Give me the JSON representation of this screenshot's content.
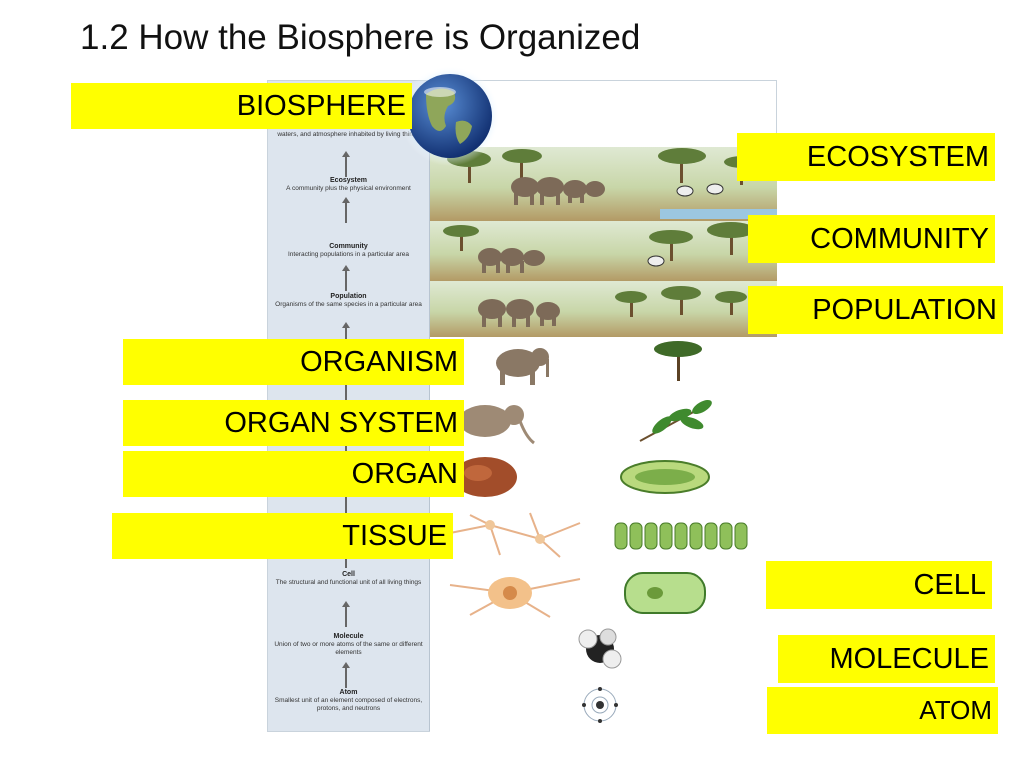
{
  "title": "1.2 How the Biosphere is Organized",
  "labels": {
    "biosphere": "BIOSPHERE",
    "ecosystem": "ECOSYSTEM",
    "community": "COMMUNITY",
    "population": "POPULATION",
    "organism": "ORGANISM",
    "organ_system": "ORGAN SYSTEM",
    "organ": "ORGAN",
    "tissue": "TISSUE",
    "cell": "CELL",
    "molecule": "MOLECULE",
    "atom": "ATOM"
  },
  "figure": {
    "biosphere_desc": "waters, and atmosphere inhabited by living things",
    "ecosystem": {
      "name": "Ecosystem",
      "desc": "A community plus the physical environment"
    },
    "community": {
      "name": "Community",
      "desc": "Interacting populations in a particular area"
    },
    "population": {
      "name": "Population",
      "desc": "Organisms of the same species in a particular area"
    },
    "cell": {
      "name": "Cell",
      "desc": "The structural and functional unit of all living things"
    },
    "molecule": {
      "name": "Molecule",
      "desc": "Union of two or more atoms of the same or different elements"
    },
    "atom": {
      "name": "Atom",
      "desc": "Smallest unit of an element composed of electrons, protons, and neutrons"
    }
  },
  "colors": {
    "label_background": "#ffff00",
    "figure_panel": "#dde5ee"
  }
}
